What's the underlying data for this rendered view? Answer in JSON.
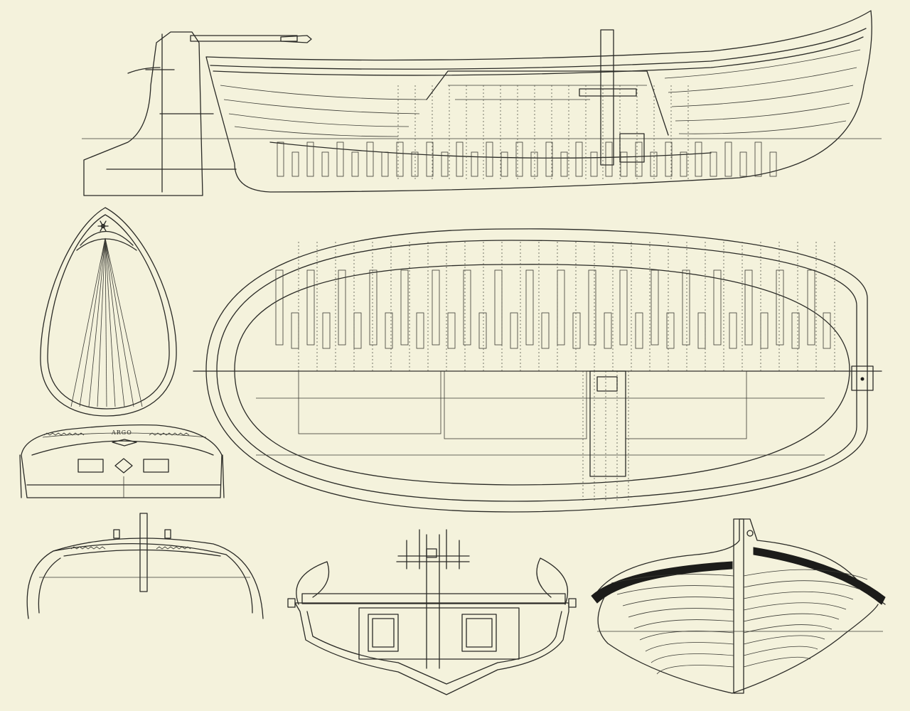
{
  "plate": {
    "stern_stamp": "ARGO",
    "colors": {
      "paper": "#f4f2dc",
      "ink": "#2a2a26",
      "rubbing_strake": "#1c1c1a"
    }
  },
  "views": [
    "profile-view",
    "deck-plan-view",
    "bow-plan-view",
    "stern-elevation-view",
    "stern-section-view",
    "midship-section-view",
    "bow-quarter-view"
  ]
}
